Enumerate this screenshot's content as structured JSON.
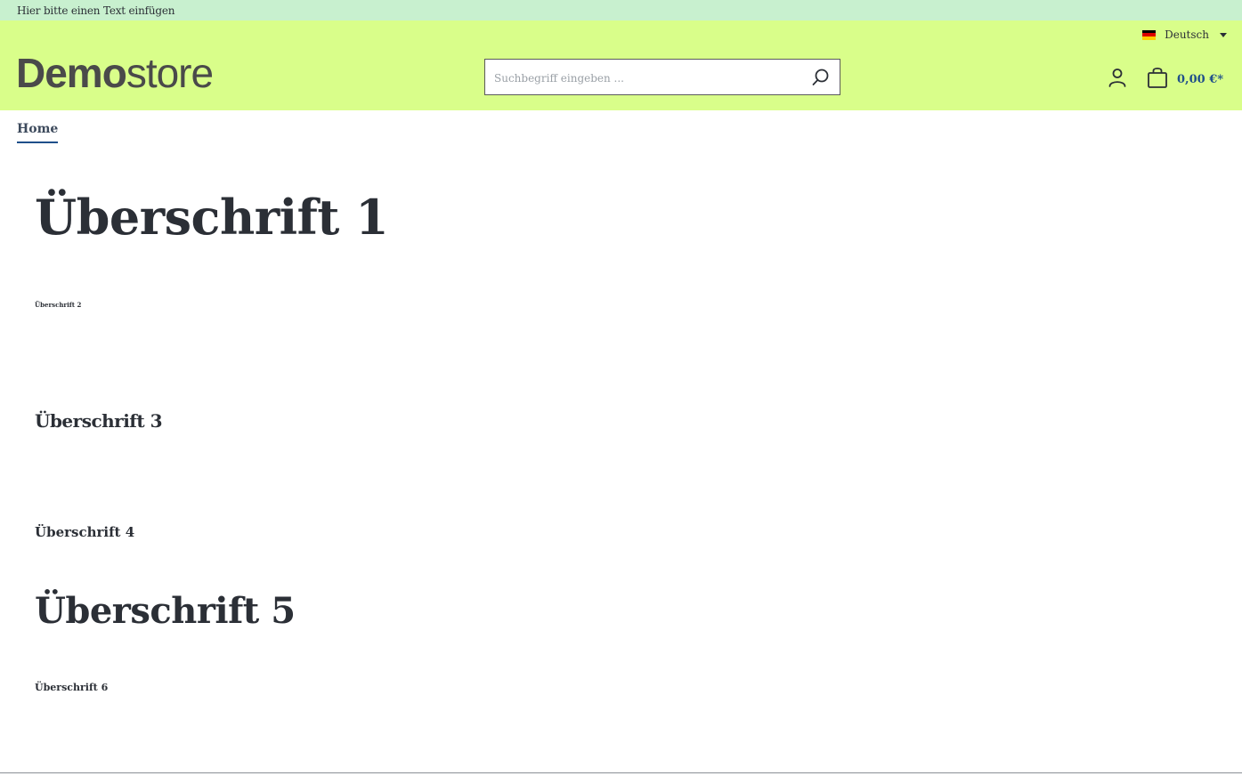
{
  "topbar": {
    "text": "Hier bitte einen Text einfügen"
  },
  "header": {
    "language": {
      "label": "Deutsch",
      "flag_colors": [
        "#000000",
        "#dd0000",
        "#ffce00"
      ]
    },
    "logo": {
      "bold": "Demo",
      "light": "store"
    },
    "search": {
      "placeholder": "Suchbegriff eingeben ...",
      "value": "",
      "icon": "search-icon"
    },
    "account_icon": "user-icon",
    "cart": {
      "icon": "shopping-bag-icon",
      "total": "0,00 €*"
    }
  },
  "breadcrumb": {
    "home": "Home"
  },
  "headings": {
    "h1": "Überschrift 1",
    "h2": "Überschrift 2",
    "h3": "Überschrift 3",
    "h4": "Überschrift 4",
    "h5": "Überschrift 5",
    "h6": "Überschrift 6"
  },
  "colors": {
    "topbar_bg": "#c8f0cf",
    "header_bg": "#d9fe8a",
    "accent": "#1f4f8a",
    "text": "#2b2f36"
  }
}
